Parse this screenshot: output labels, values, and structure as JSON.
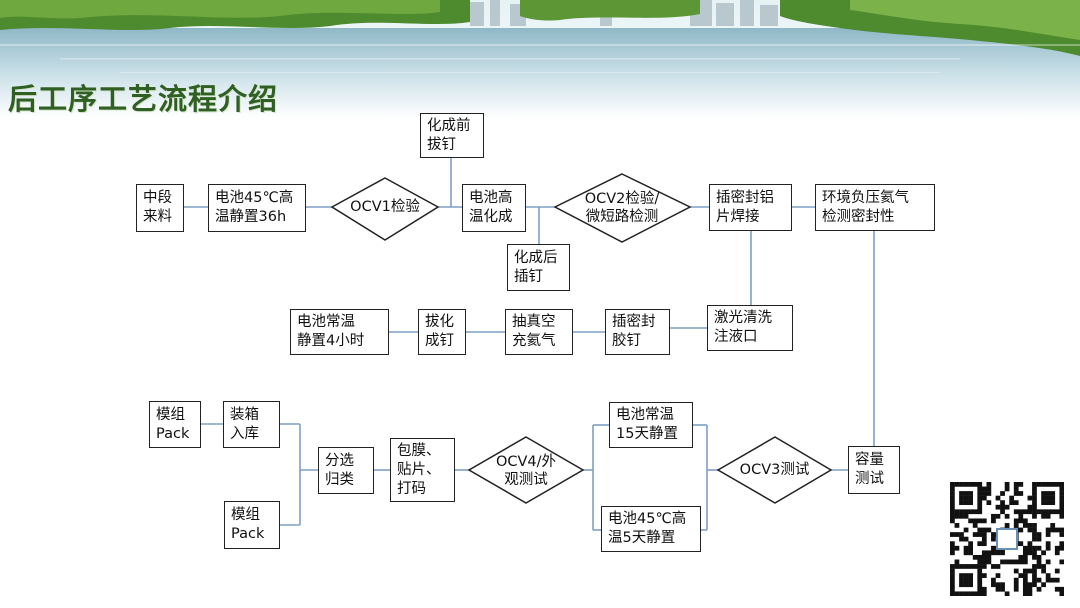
{
  "page": {
    "title": "后工序工艺流程介绍"
  },
  "colors": {
    "title": "#2f5f23",
    "line": "#7f9fc4",
    "box_border": "#222222",
    "sky": "#dfeef2",
    "water": "#a9c8d2",
    "foliage": "#4e8a2e"
  },
  "nodes": {
    "midfeed": "中段\n来料",
    "hightemp36": "电池45℃高\n温静置36h",
    "ocv1": "OCV1检验",
    "prepin": "化成前\n拔钉",
    "formation": "电池高\n温化成",
    "postpin": "化成后\n插钉",
    "ocv2": "OCV2检验/\n微短路检测",
    "insertweld": "插密封铝\n片焊接",
    "leaktest": "环境负压氦气\n检测密封性",
    "laserclean": "激光清洗\n注液口",
    "insertglue": "插密封\n胶钉",
    "vacuum": "抽真空\n充氦气",
    "pullpin": "拔化\n成钉",
    "rest4h": "电池常温\n静置4小时",
    "capacity": "容量\n测试",
    "ocv3": "OCV3测试",
    "rest15": "电池常温\n15天静置",
    "hightemp5": "电池45℃高\n温5天静置",
    "ocv4": "OCV4/外\n观测试",
    "wrap": "包膜、\n贴片、\n打码",
    "sort": "分选\n归类",
    "pack1": "模组\nPack",
    "pack2": "模组\nPack",
    "storage": "装箱\n入库"
  }
}
